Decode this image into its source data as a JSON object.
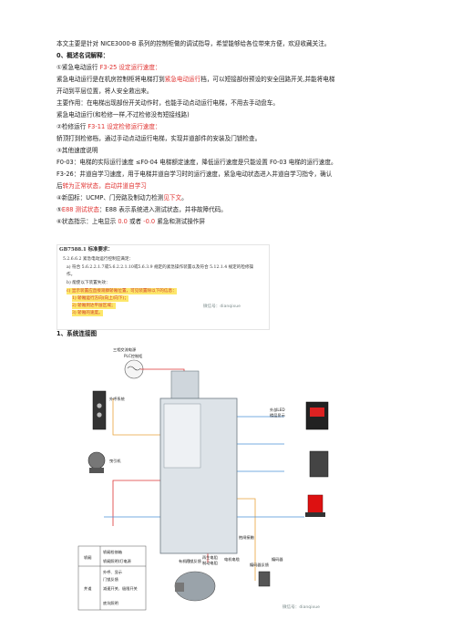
{
  "intro": "本文主要是针对 NICE3000-B 系列的控制柜做的调试指导，希望能够给各位带来方便，欢迎收藏关注。",
  "section0": {
    "title": "0、概述名词解释：",
    "item1_prefix": "①紧急电动运行 ",
    "item1_param": "F3-25 设定运行速度：",
    "item1_desc_a": "紧急电动运行是在机房控制柜将电梯打到",
    "item1_desc_red": "紧急电动运行",
    "item1_desc_b": "档，可以短接部份预设的安全回路开关,并能将电梯",
    "item1_desc_c": "开动到平层位置，将人安全救出来。",
    "item1_desc_d": "主要作用：在电梯出现部份开关动作时，也能手动点动运行电梯，不用去手动盘车。",
    "item1_desc_e": "紧急电动运行(和检修一样,不过检修没有短接线路)",
    "item2_prefix": "②检修运行 ",
    "item2_param": "F3-11 设定检修运行速度：",
    "item2_desc": "轿顶打到检修档，通过手动点动运行电梯，实现井道部件的安装及门锁检查。",
    "item3": "③其他速度说明",
    "item3_f003": "F0-03：电梯的实际运行速度 ≤F0-04 电梯额定速度，降低运行速度是只能设置 F0-03 电梯的运行速度。",
    "item3_f326_a": "F3-26：井道自学习速度，用于电梯井道自学习时的运行速度，紧急电动状态进入井道自学习指令，确认",
    "item3_f326_b_prefix": "后",
    "item3_f326_b_red": "转为正常状态，启动井道自学习",
    "item4_prefix": "④新国标：UCMP、门旁路及制动力检测",
    "item4_red": "见下文",
    "item4_suffix": "。",
    "item5_prefix": "⑤",
    "item5_red": "E88 测试状态",
    "item5_suffix": "：E88 表示系统进入测试状态，并非故障代码。",
    "item6_prefix": "⑥状态指示：上电显示 ",
    "item6_red1": "0.0",
    "item6_mid": " 或者 ",
    "item6_red2": "-0.0",
    "item6_suffix": " 紧急和测试操作屏"
  },
  "quote_box": {
    "line1": "GB7588.1 标准要求：",
    "line2": "5.2.6.6.2 紧急电动运行控制应满足：",
    "line3": "a) 符合 5.6.2.2.1.7或5.6.2.2.1.10或5.6.3.9 规定的紧急操作装置以及符合 5.12.1.4 规定的检修操",
    "line4": "作。",
    "line5": "b) 能使以下装置失效：",
    "line6_hl": "c) 显示装置应直接观察轿厢位置，可见装置除以下的信息：",
    "line7": "1) 轿厢运行方向(向上/向下)；",
    "line8": "2) 轿厢到达平层区域；",
    "line9": "3) 轿厢的速度。",
    "watermark": "微信号：dianqixue"
  },
  "section1": {
    "title": "1、系统连接图"
  },
  "diagram": {
    "power": "三相交流电源",
    "cabinet_label": "PLC控制柜",
    "landing_call": "外呼系统",
    "traction": "曳引机",
    "led_label_a": "外部LED",
    "led_label_b": "楼层显示",
    "encoder_label": "编码器",
    "brake_label": "抱闸接触",
    "car_fb_label": "门锁反馈",
    "bottom_a": "轿厢",
    "bottom_b": "井道",
    "bottom_rows": [
      "轿厢检修箱",
      "轿厢照明/灯电源",
      "外呼、显示",
      "门锁反馈",
      "减速开关、极限开关",
      "底坑照明"
    ],
    "vertical_labels": [
      "有机线",
      "再生电阻",
      "制动电阻",
      "电机电缆",
      "编码器反馈"
    ],
    "watermark": "微信号：dianqixue"
  }
}
